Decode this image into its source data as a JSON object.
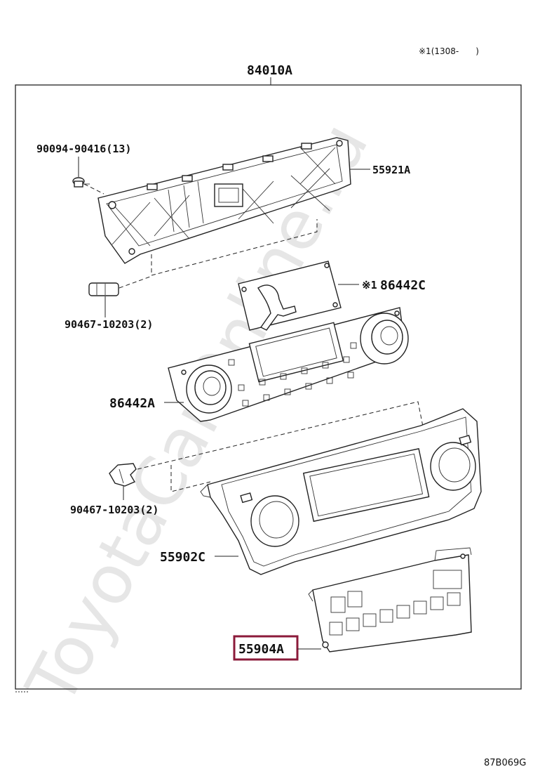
{
  "header": {
    "note": "※1(1308-　　)",
    "assembly_part": "84010A"
  },
  "parts": {
    "p_90094": "90094-90416(13)",
    "p_55921A": "55921A",
    "p_86442C_mark": "※1",
    "p_86442C": "86442C",
    "p_90467_top": "90467-10203(2)",
    "p_86442A": "86442A",
    "p_90467_bottom": "90467-10203(2)",
    "p_55902C": "55902C",
    "p_55904A": "55904A"
  },
  "highlight": {
    "part": "55904A",
    "color": "#8b1a3a"
  },
  "watermark": "ToyotaCarOnline.ru",
  "footer": {
    "diagram_code": "87B069G"
  }
}
